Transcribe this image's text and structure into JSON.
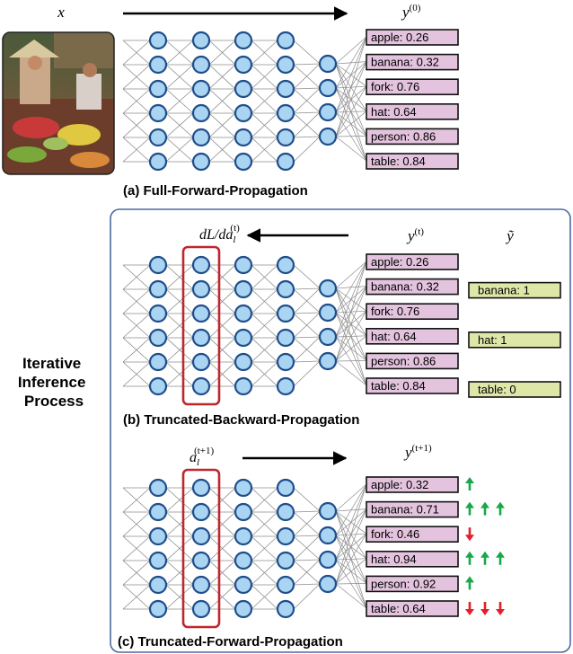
{
  "side_label": [
    "Iterative",
    "Inference",
    "Process"
  ],
  "panel_a": {
    "input_symbol": "x",
    "output_symbol": "y",
    "output_superscript": "(0)",
    "caption": "(a) Full-Forward-Propagation",
    "outputs": [
      "apple: 0.26",
      "banana: 0.32",
      "fork: 0.76",
      "hat: 0.64",
      "person: 0.86",
      "table: 0.84"
    ]
  },
  "panel_b": {
    "grad_symbol": "dL/da",
    "grad_subscript": "l",
    "grad_superscript": "(t)",
    "output_symbol": "y",
    "output_superscript": "(t)",
    "target_symbol": "ỹ",
    "caption": "(b) Truncated-Backward-Propagation",
    "outputs": [
      "apple: 0.26",
      "banana: 0.32",
      "fork: 0.76",
      "hat: 0.64",
      "person: 0.86",
      "table: 0.84"
    ],
    "targets": [
      {
        "row": 1,
        "text": "banana: 1"
      },
      {
        "row": 3,
        "text": "hat: 1"
      },
      {
        "row": 5,
        "text": "table: 0"
      }
    ]
  },
  "panel_c": {
    "act_symbol": "a",
    "act_subscript": "l",
    "act_superscript": "(t+1)",
    "output_symbol": "y",
    "output_superscript": "(t+1)",
    "caption": "(c) Truncated-Forward-Propagation",
    "outputs": [
      "apple: 0.32",
      "banana: 0.71",
      "fork: 0.46",
      "hat: 0.94",
      "person: 0.92",
      "table: 0.64"
    ],
    "changes": [
      {
        "dir": "up",
        "count": 1
      },
      {
        "dir": "up",
        "count": 3
      },
      {
        "dir": "down",
        "count": 1
      },
      {
        "dir": "up",
        "count": 3
      },
      {
        "dir": "up",
        "count": 1
      },
      {
        "dir": "down",
        "count": 3
      }
    ]
  },
  "colors": {
    "node_fill": "#a9d4f2",
    "node_stroke": "#1f4e8c",
    "edge": "#8c8c8c",
    "output_fill": "#e3c3dd",
    "target_fill": "#dfe7a8",
    "highlight": "#c0272d",
    "panel_border": "#4a6b9e",
    "up_arrow": "#18a84a",
    "down_arrow": "#e0202a"
  }
}
